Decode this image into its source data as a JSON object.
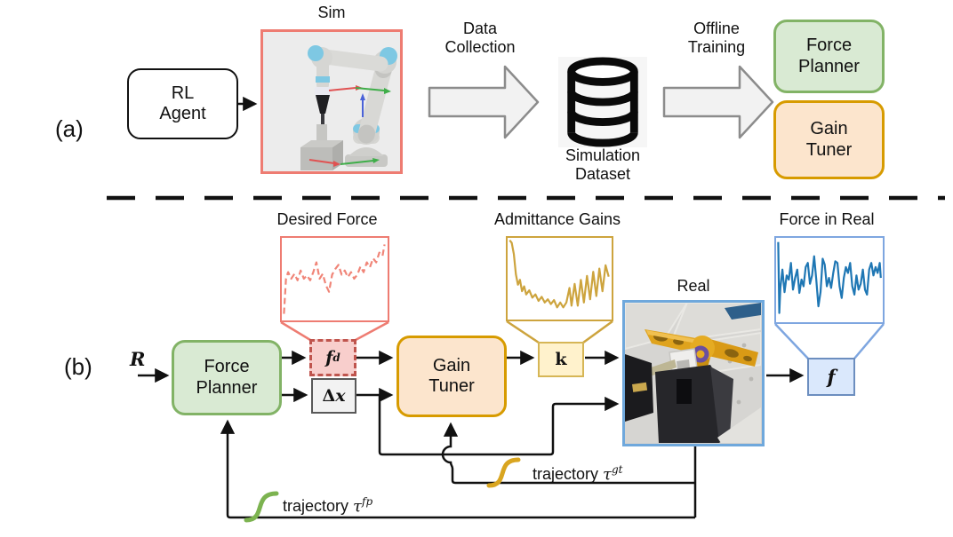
{
  "panel_a": {
    "label": "(a)",
    "rl_agent_label": "RL\nAgent",
    "sim_caption": "Sim",
    "data_collection_label": "Data\nCollection",
    "dataset_caption": "Simulation\nDataset",
    "offline_training_label": "Offline\nTraining",
    "force_planner_label": "Force\nPlanner",
    "gain_tuner_label": "Gain\nTuner"
  },
  "panel_b": {
    "label": "(b)",
    "reward_input_label": "R",
    "force_planner_label": "Force\nPlanner",
    "gain_tuner_label": "Gain\nTuner",
    "desired_force_title": "Desired Force",
    "admittance_gains_title": "Admittance Gains",
    "force_in_real_title": "Force in Real",
    "real_caption": "Real",
    "fd_base": "f",
    "fd_sup": "d",
    "delta_label": "Δ",
    "x_label": "x",
    "k_label": "k",
    "f_label": "f",
    "trajectory_gt_word": "trajectory ",
    "trajectory_tau": "τ",
    "trajectory_gt_sup": "gt",
    "trajectory_fp_word": "trajectory ",
    "trajectory_fp_sup": "fp"
  },
  "colors": {
    "salmon": "#ee7c72",
    "green_fill": "#d9ead3",
    "green_border": "#82b366",
    "orange_fill": "#fce5cd",
    "orange_border": "#d79b00",
    "yellow_fill": "#fff2cc",
    "yellow_border": "#d6b656",
    "blue_fill": "#dae8fc",
    "blue_border": "#6c8ebf",
    "real_border": "#6fa8dc",
    "red_fill": "#f8cecc",
    "red_border": "#bf544d",
    "line_black": "#111111",
    "big_arrow_fill": "#f2f2f2",
    "big_arrow_stroke": "#8c8c8c"
  },
  "plots": {
    "desired_force": {
      "type": "line",
      "style": "dashed",
      "color": "#f08578",
      "points": [
        [
          2,
          93
        ],
        [
          4,
          50
        ],
        [
          6,
          42
        ],
        [
          9,
          50
        ],
        [
          12,
          44
        ],
        [
          15,
          52
        ],
        [
          18,
          40
        ],
        [
          21,
          50
        ],
        [
          24,
          46
        ],
        [
          27,
          52
        ],
        [
          30,
          42
        ],
        [
          33,
          30
        ],
        [
          36,
          50
        ],
        [
          39,
          44
        ],
        [
          42,
          58
        ],
        [
          45,
          66
        ],
        [
          48,
          45
        ],
        [
          51,
          38
        ],
        [
          54,
          33
        ],
        [
          57,
          45
        ],
        [
          60,
          40
        ],
        [
          63,
          48
        ],
        [
          66,
          42
        ],
        [
          69,
          50
        ],
        [
          72,
          45
        ],
        [
          75,
          35
        ],
        [
          78,
          42
        ],
        [
          81,
          30
        ],
        [
          84,
          36
        ],
        [
          87,
          25
        ],
        [
          90,
          30
        ],
        [
          93,
          18
        ],
        [
          96,
          22
        ],
        [
          98,
          8
        ]
      ]
    },
    "admittance_gains": {
      "type": "line",
      "style": "solid",
      "color": "#cda43e",
      "points": [
        [
          2,
          3
        ],
        [
          4,
          6
        ],
        [
          6,
          20
        ],
        [
          8,
          45
        ],
        [
          10,
          58
        ],
        [
          12,
          52
        ],
        [
          14,
          66
        ],
        [
          16,
          60
        ],
        [
          18,
          70
        ],
        [
          21,
          65
        ],
        [
          24,
          74
        ],
        [
          27,
          70
        ],
        [
          30,
          78
        ],
        [
          33,
          73
        ],
        [
          36,
          80
        ],
        [
          39,
          76
        ],
        [
          42,
          82
        ],
        [
          45,
          77
        ],
        [
          48,
          86
        ],
        [
          51,
          80
        ],
        [
          54,
          86
        ],
        [
          57,
          80
        ],
        [
          60,
          62
        ],
        [
          62,
          84
        ],
        [
          65,
          57
        ],
        [
          68,
          84
        ],
        [
          71,
          52
        ],
        [
          74,
          80
        ],
        [
          77,
          47
        ],
        [
          80,
          76
        ],
        [
          83,
          42
        ],
        [
          86,
          72
        ],
        [
          89,
          38
        ],
        [
          92,
          66
        ],
        [
          95,
          34
        ],
        [
          98,
          48
        ]
      ]
    },
    "force_in_real": {
      "type": "line",
      "style": "solid",
      "color": "#1f77b4",
      "points": [
        [
          2,
          5
        ],
        [
          3,
          90
        ],
        [
          4,
          60
        ],
        [
          6,
          38
        ],
        [
          8,
          65
        ],
        [
          10,
          45
        ],
        [
          12,
          50
        ],
        [
          14,
          30
        ],
        [
          16,
          62
        ],
        [
          18,
          48
        ],
        [
          20,
          38
        ],
        [
          22,
          66
        ],
        [
          24,
          50
        ],
        [
          26,
          58
        ],
        [
          28,
          35
        ],
        [
          30,
          30
        ],
        [
          32,
          55
        ],
        [
          34,
          45
        ],
        [
          36,
          22
        ],
        [
          38,
          50
        ],
        [
          40,
          82
        ],
        [
          42,
          65
        ],
        [
          44,
          25
        ],
        [
          46,
          32
        ],
        [
          48,
          58
        ],
        [
          50,
          48
        ],
        [
          52,
          60
        ],
        [
          54,
          42
        ],
        [
          56,
          28
        ],
        [
          58,
          30
        ],
        [
          60,
          58
        ],
        [
          62,
          72
        ],
        [
          64,
          48
        ],
        [
          66,
          35
        ],
        [
          68,
          42
        ],
        [
          70,
          30
        ],
        [
          72,
          58
        ],
        [
          74,
          68
        ],
        [
          76,
          45
        ],
        [
          78,
          62
        ],
        [
          80,
          55
        ],
        [
          82,
          38
        ],
        [
          84,
          62
        ],
        [
          86,
          68
        ],
        [
          88,
          38
        ],
        [
          90,
          30
        ],
        [
          92,
          45
        ],
        [
          94,
          35
        ],
        [
          96,
          42
        ],
        [
          98,
          30
        ],
        [
          99,
          48
        ]
      ]
    }
  }
}
